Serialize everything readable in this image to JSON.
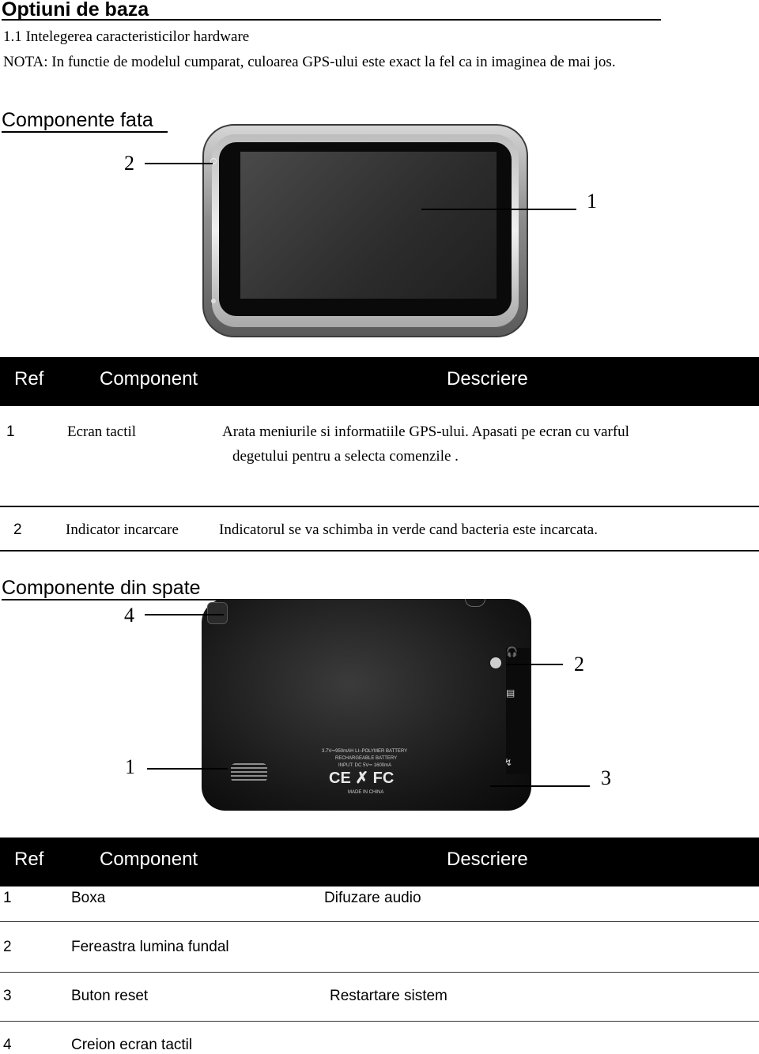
{
  "header": {
    "title": "Optiuni de baza",
    "subtitle": "1.1 Intelegerea caracteristicilor hardware",
    "note": "NOTA: In functie de modelul cumparat, culoarea GPS-ului este exact la fel ca in imaginea de mai jos."
  },
  "front": {
    "section_title": "Componente fata",
    "callouts": [
      "2",
      "1"
    ],
    "table": {
      "headers": [
        "Ref",
        "Component",
        "Descriere"
      ],
      "rows": [
        {
          "ref": "1",
          "component": "Ecran tactil",
          "description_line1": "Arata meniurile si informatiile GPS-ului. Apasati pe ecran cu varful",
          "description_line2": "degetului pentru a selecta comenzile ."
        },
        {
          "ref": "2",
          "component": "Indicator incarcare",
          "description_line1": "Indicatorul se va schimba in verde cand bacteria este incarcata."
        }
      ]
    }
  },
  "back": {
    "section_title": "Componente din spate",
    "callouts": [
      "4",
      "2",
      "1",
      "3"
    ],
    "device_label": {
      "line1": "3.7V⎓950mAH LI–POLYMER BATTERY",
      "line2": "RECHARGEABLE BATTERY",
      "line3": "INPUT: DC 5V⎓ 1600mA",
      "logos": "CE ✗ FC",
      "made_in": "MADE IN CHINA"
    },
    "table": {
      "headers": [
        "Ref",
        "Component",
        "Descriere"
      ],
      "rows": [
        {
          "ref": "1",
          "component": "Boxa",
          "description": "Difuzare audio"
        },
        {
          "ref": "2",
          "component": "Fereastra lumina fundal",
          "description": ""
        },
        {
          "ref": "3",
          "component": "Buton reset",
          "description": "Restartare sistem"
        },
        {
          "ref": "4",
          "component": "Creion ecran tactil",
          "description": ""
        }
      ]
    }
  }
}
